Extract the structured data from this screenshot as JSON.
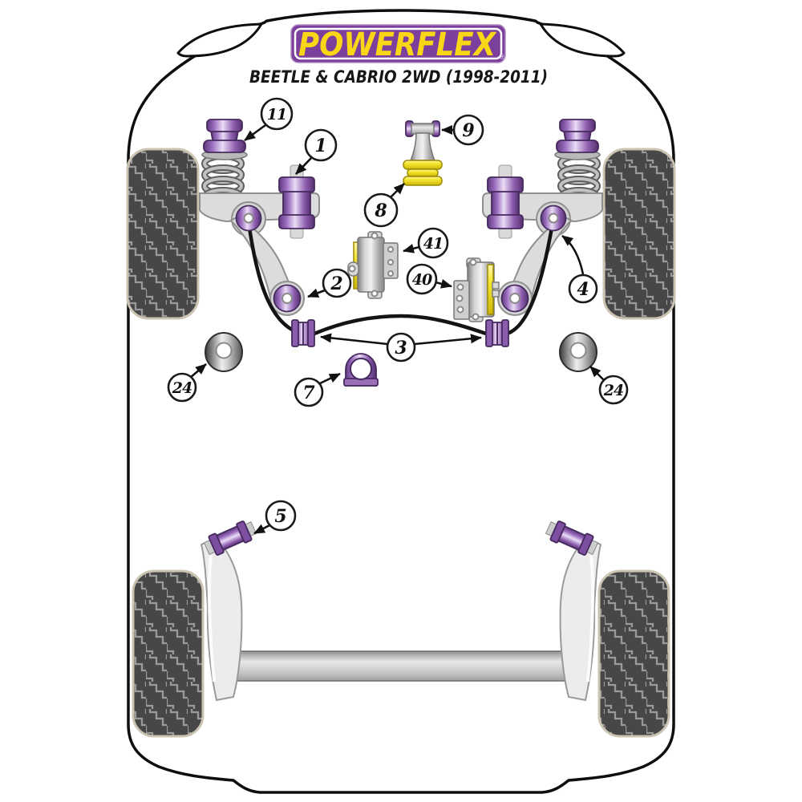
{
  "header": {
    "brand": "POWERFLEX",
    "trademark": "®",
    "model": "BEETLE & CABRIO 2WD (1998-2011)"
  },
  "callouts": [
    {
      "label": "11"
    },
    {
      "label": "1"
    },
    {
      "label": "9"
    },
    {
      "label": "8"
    },
    {
      "label": "41"
    },
    {
      "label": "40"
    },
    {
      "label": "2"
    },
    {
      "label": "4"
    },
    {
      "label": "3"
    },
    {
      "label": "24"
    },
    {
      "label": "7"
    },
    {
      "label": "24"
    },
    {
      "label": "5"
    }
  ],
  "colors": {
    "logo_background_purple": "#7c3f9c",
    "logo_yellow": "#f9d616",
    "bushing_purple": "#9166ad",
    "bushing_purple_dark": "#5e3a80",
    "washer_yellow": "#f5e62e",
    "tire_black": "#474747",
    "tread_gray": "#9a9a9a",
    "metal_gray": "#cfcfcf",
    "outline_black": "#0e0e0e"
  }
}
